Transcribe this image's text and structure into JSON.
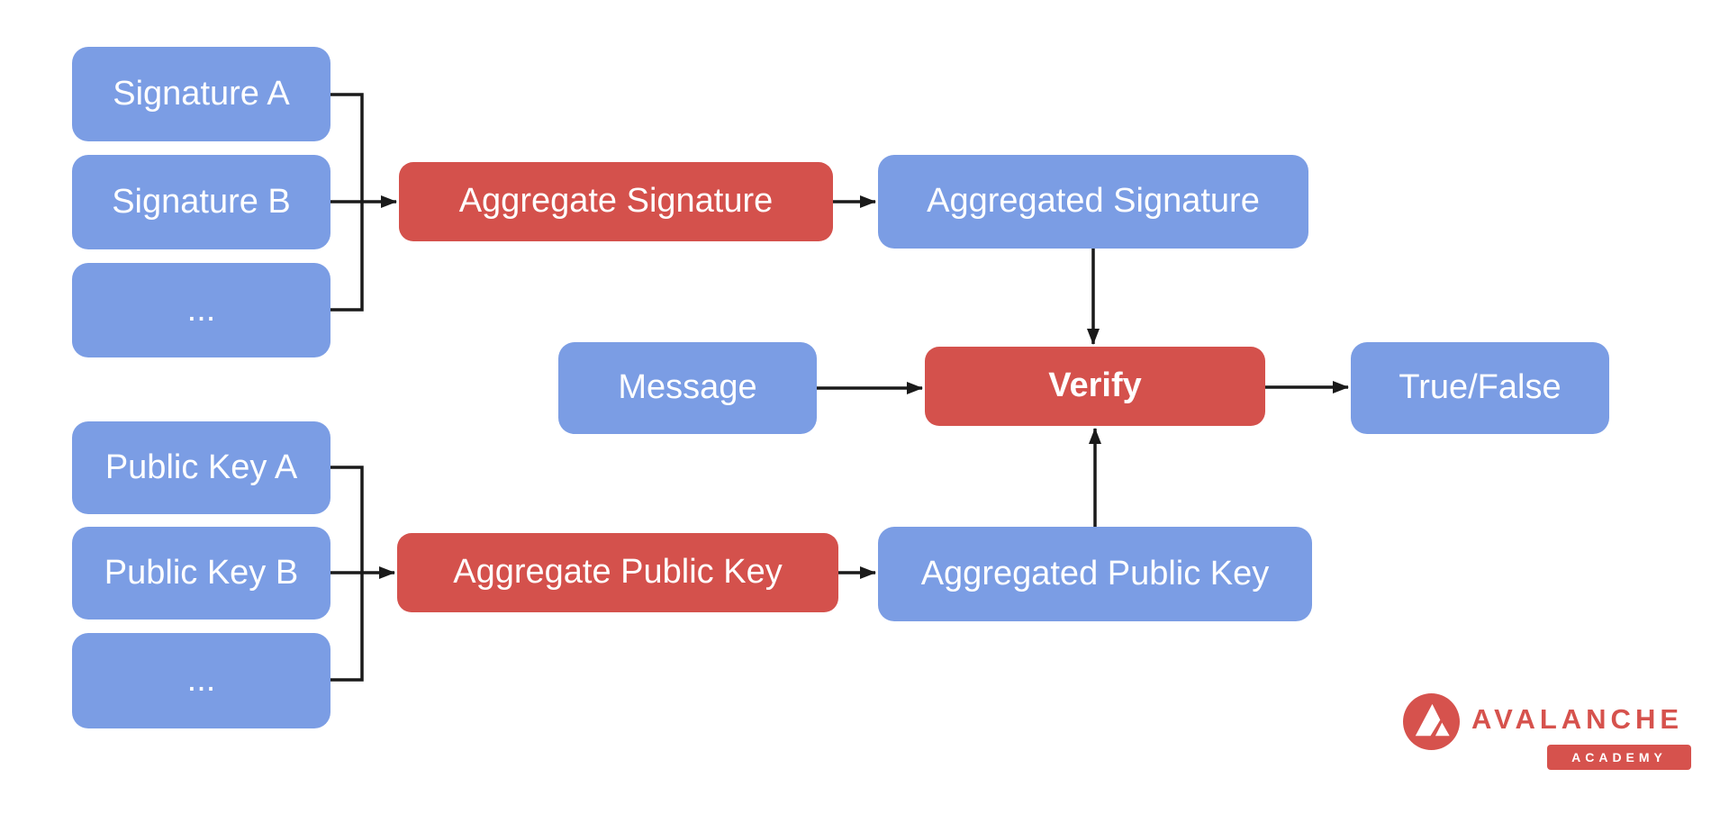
{
  "diagram": {
    "colors": {
      "node_blue": "#7B9DE4",
      "node_red": "#D4514C",
      "arrow": "#1A1A1A",
      "node_text": "#FFFFFF",
      "background": "#FFFFFF",
      "logo_red": "#D6524D"
    },
    "nodes": {
      "signature_a": {
        "label": "Signature A"
      },
      "signature_b": {
        "label": "Signature B"
      },
      "signature_more": {
        "label": "..."
      },
      "aggregate_signature": {
        "label": "Aggregate Signature"
      },
      "aggregated_signature": {
        "label": "Aggregated Signature"
      },
      "message": {
        "label": "Message"
      },
      "verify": {
        "label": "Verify"
      },
      "true_false": {
        "label": "True/False"
      },
      "public_key_a": {
        "label": "Public Key A"
      },
      "public_key_b": {
        "label": "Public Key B"
      },
      "public_key_more": {
        "label": "..."
      },
      "aggregate_public_key": {
        "label": "Aggregate Public Key"
      },
      "aggregated_public_key": {
        "label": "Aggregated Public Key"
      }
    },
    "logo": {
      "brand": "AVALANCHE",
      "sub": "ACADEMY"
    }
  }
}
